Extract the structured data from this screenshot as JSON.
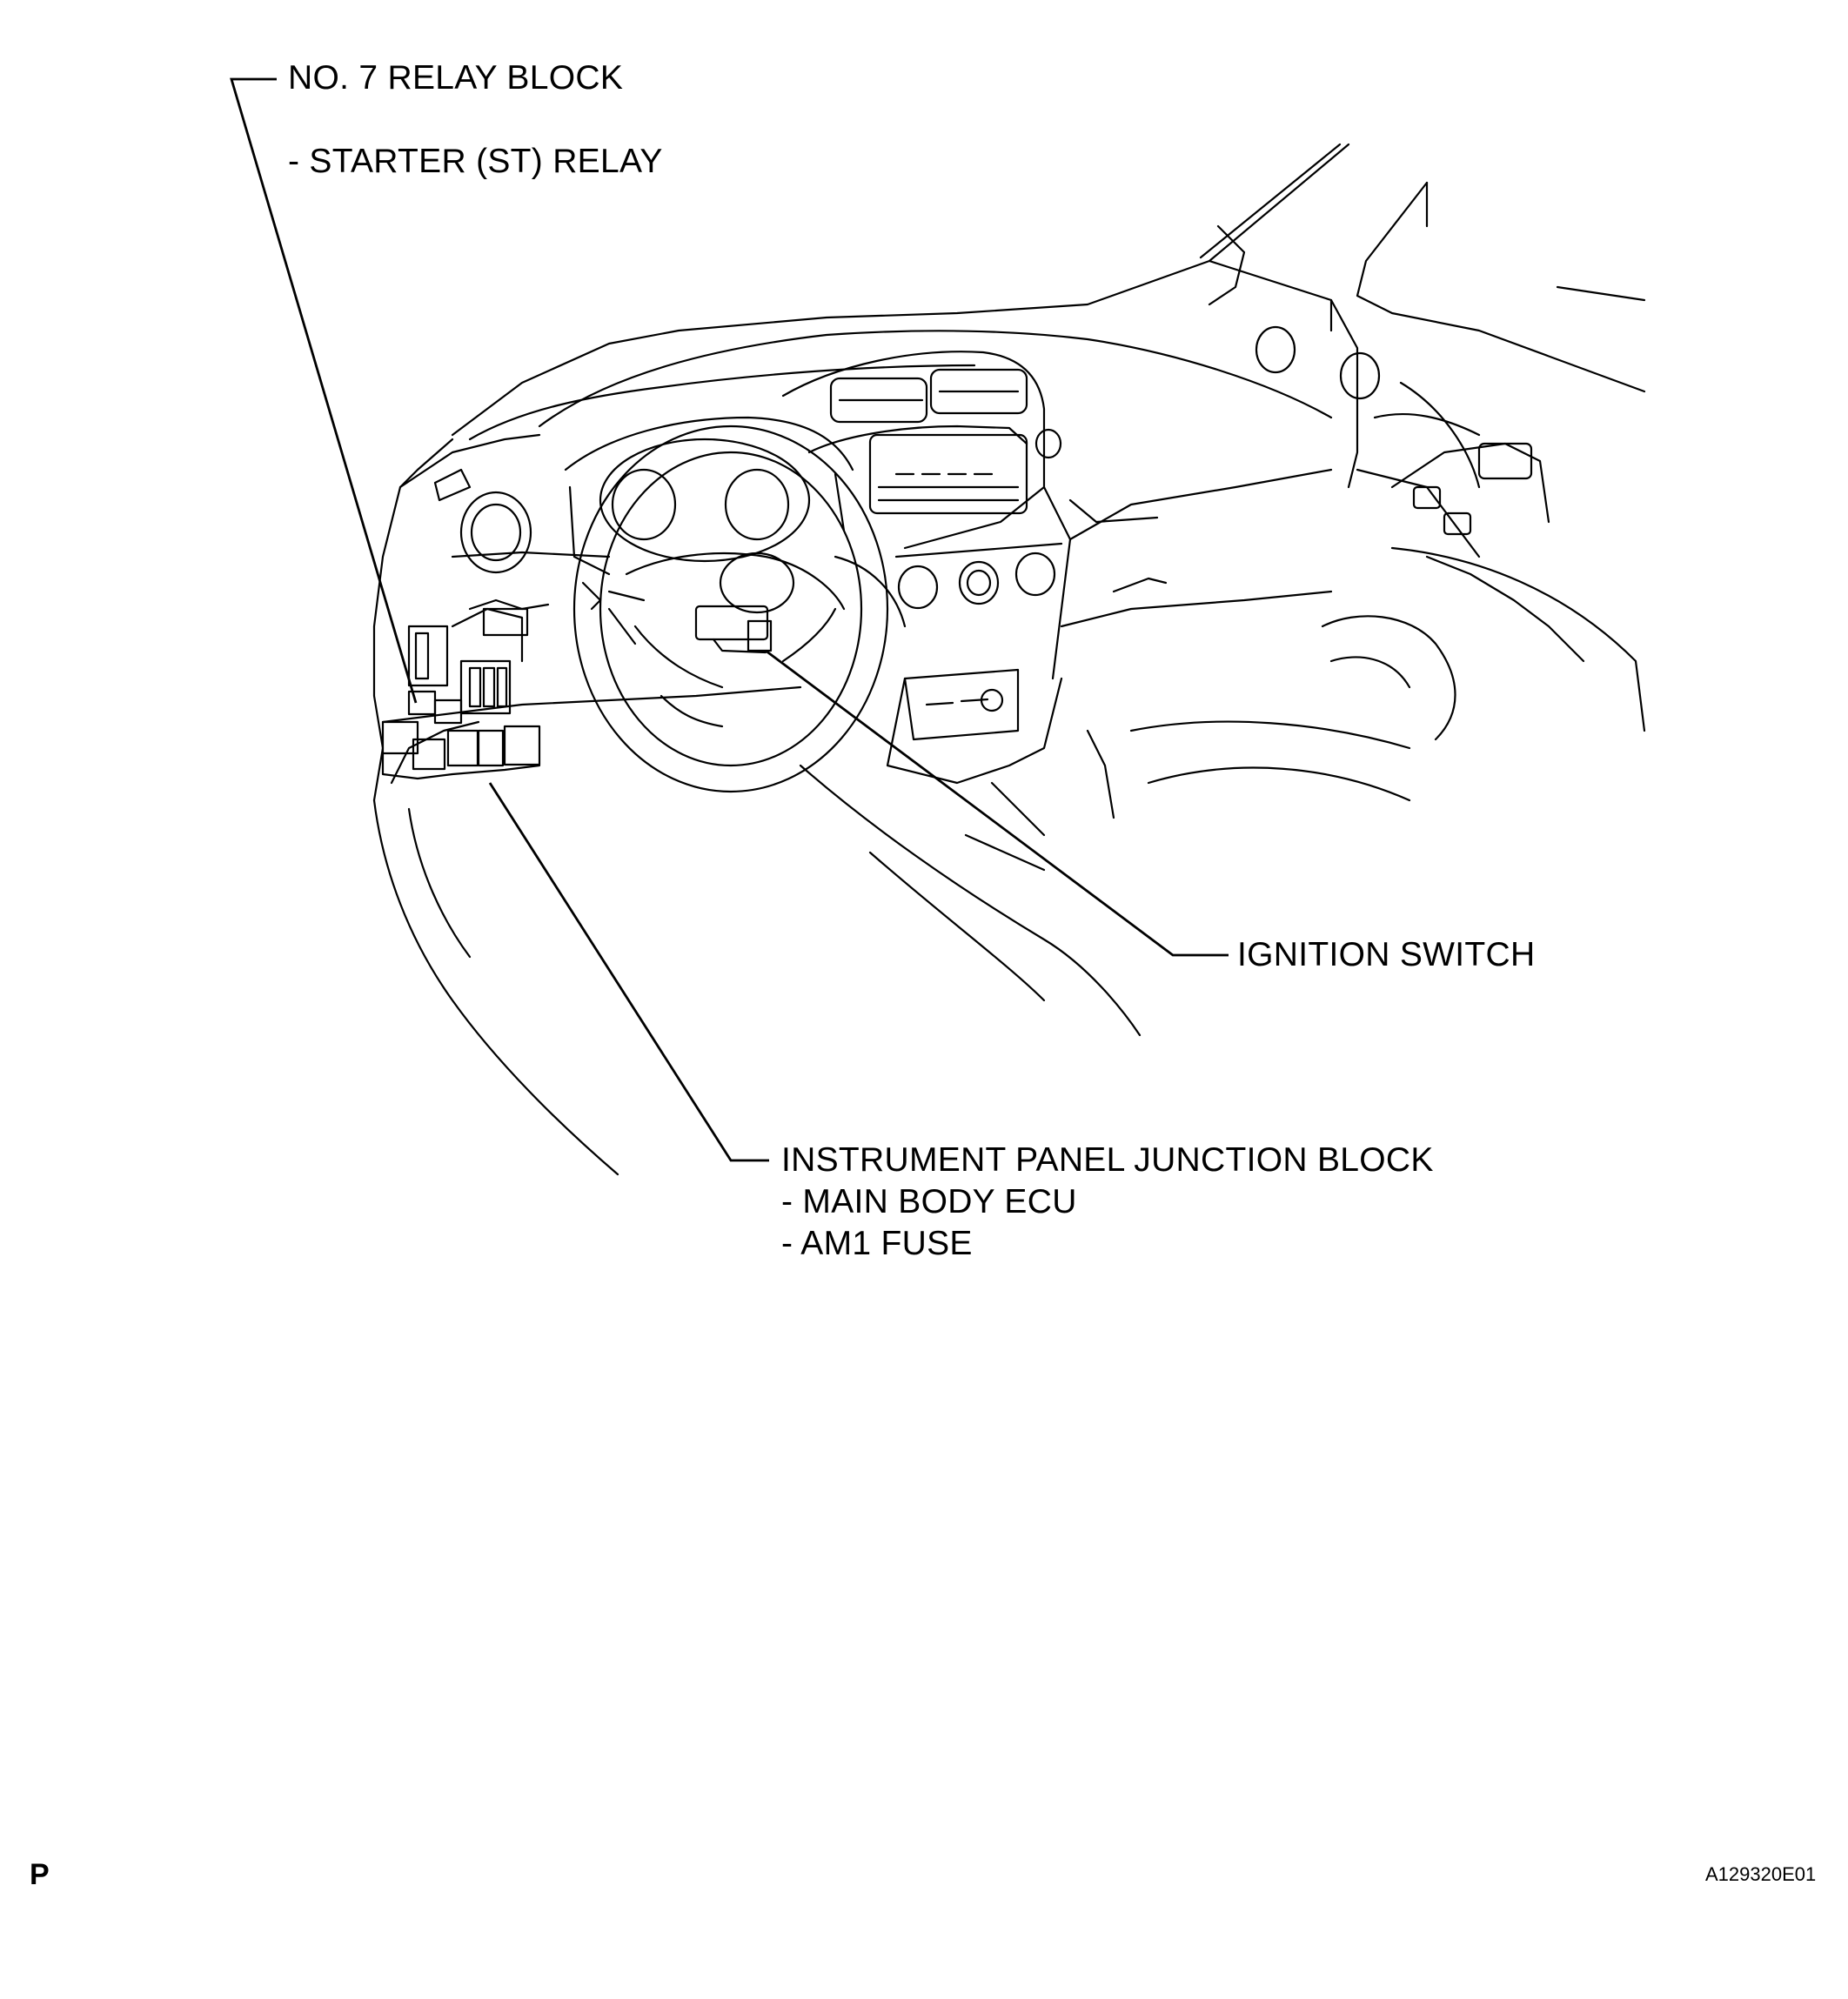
{
  "labels": {
    "relay_block_title": "NO. 7 RELAY BLOCK",
    "relay_block_item": "- STARTER (ST) RELAY",
    "ignition_switch": "IGNITION SWITCH",
    "junction_block_title": "INSTRUMENT PANEL JUNCTION BLOCK",
    "junction_block_item_1": "- MAIN BODY ECU",
    "junction_block_item_2": "- AM1 FUSE"
  },
  "footer": {
    "page_marker": "P",
    "figure_id": "A129320E01"
  }
}
